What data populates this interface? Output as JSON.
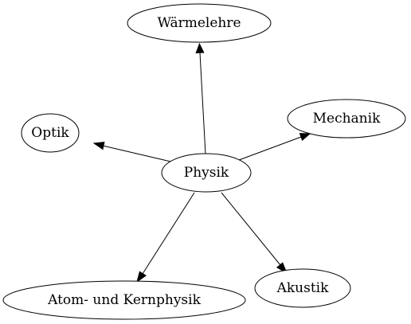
{
  "diagram": {
    "nodes": {
      "physik": {
        "label": "Physik"
      },
      "waermelehre": {
        "label": "Wärmelehre"
      },
      "optik": {
        "label": "Optik"
      },
      "mechanik": {
        "label": "Mechanik"
      },
      "atom": {
        "label": "Atom- und Kernphysik"
      },
      "akustik": {
        "label": "Akustik"
      }
    },
    "edges": [
      {
        "from": "physik",
        "to": "waermelehre"
      },
      {
        "from": "physik",
        "to": "optik"
      },
      {
        "from": "physik",
        "to": "mechanik"
      },
      {
        "from": "physik",
        "to": "atom"
      },
      {
        "from": "physik",
        "to": "akustik"
      }
    ]
  }
}
